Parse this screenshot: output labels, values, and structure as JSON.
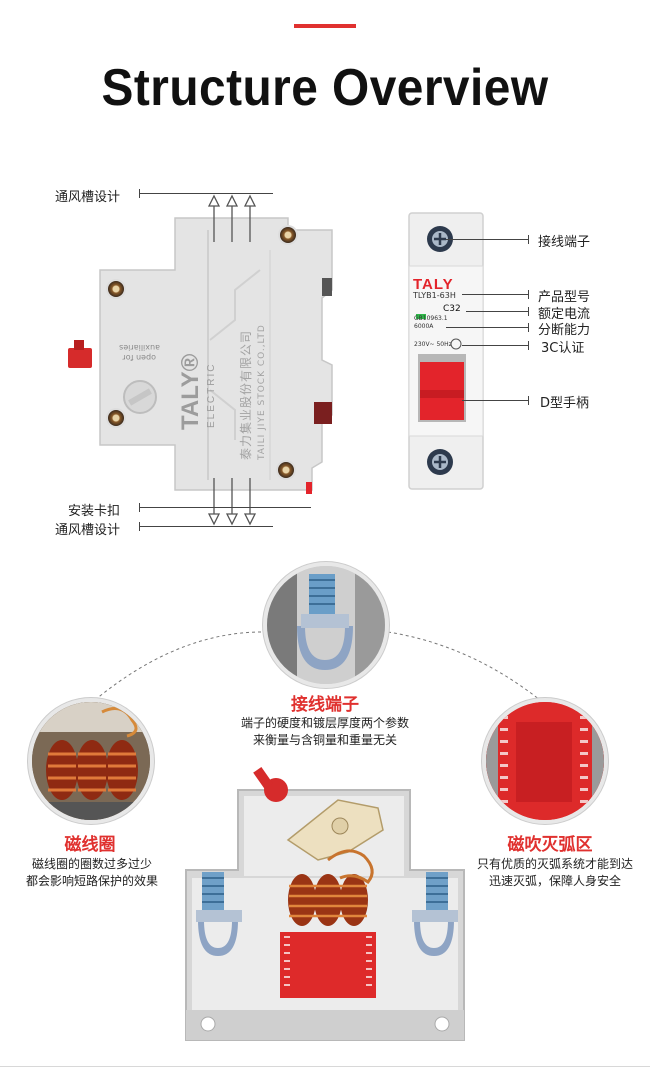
{
  "header": {
    "title": "Structure Overview"
  },
  "side_view": {
    "callouts": {
      "vent_top": "通风槽设计",
      "mount_clip": "安装卡扣",
      "vent_bottom": "通风槽设计"
    },
    "brand_logo": "TALY®",
    "brand_sub": "ELECTRIC",
    "company_cn": "泰力集业股份有限公司",
    "company_en": "TAILI JIYE STOCK CO.,LTD",
    "aux_text_1": "open for",
    "aux_text_2": "auxiliaries"
  },
  "front_view": {
    "callouts": {
      "terminal": "接线端子",
      "model": "产品型号",
      "rated_current": "额定电流",
      "breaking_capacity": "分断能力",
      "ccc": "3C认证",
      "handle": "D型手柄"
    },
    "brand": "TALY",
    "model_text": "TLYB1-63H",
    "rating_text": "C32",
    "standard_text": "GB10963.1",
    "capacity_text": "6000A",
    "voltage_text": "230V~ 50Hz"
  },
  "detail_features": {
    "terminal": {
      "title": "接线端子",
      "desc_line1": "端子的硬度和镀层厚度两个参数",
      "desc_line2": "来衡量与含铜量和重量无关"
    },
    "coil": {
      "title": "磁线圈",
      "desc_line1": "磁线圈的圈数过多过少",
      "desc_line2": "都会影响短路保护的效果"
    },
    "arc": {
      "title": "磁吹灭弧区",
      "desc_line1": "只有优质的灭弧系统才能到达",
      "desc_line2": "迅速灭弧，保障人身安全"
    }
  },
  "colors": {
    "accent": "#e0312f",
    "handle_red": "#e3242b",
    "body_gray": "#e2e2e2"
  }
}
